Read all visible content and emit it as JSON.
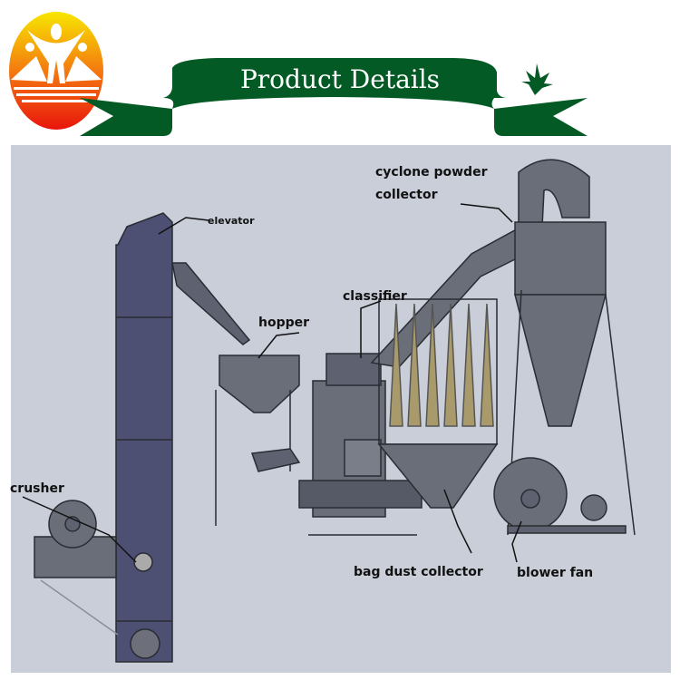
{
  "banner": {
    "title": "Product Details",
    "color": "#045a24"
  },
  "logo": {
    "colors": [
      "#f7e600",
      "#f47a10",
      "#e8150c"
    ]
  },
  "diagram": {
    "background": "#c9ced8",
    "machine_color": "#5e6270",
    "labels": {
      "cyclone_line1": "cyclone powder",
      "cyclone_line2": "collector",
      "elevator": "elevator",
      "classifier": "classifier",
      "hopper": "hopper",
      "crusher": "crusher",
      "bag_dust_collector": "bag dust collector",
      "blower_fan": "blower fan"
    }
  }
}
